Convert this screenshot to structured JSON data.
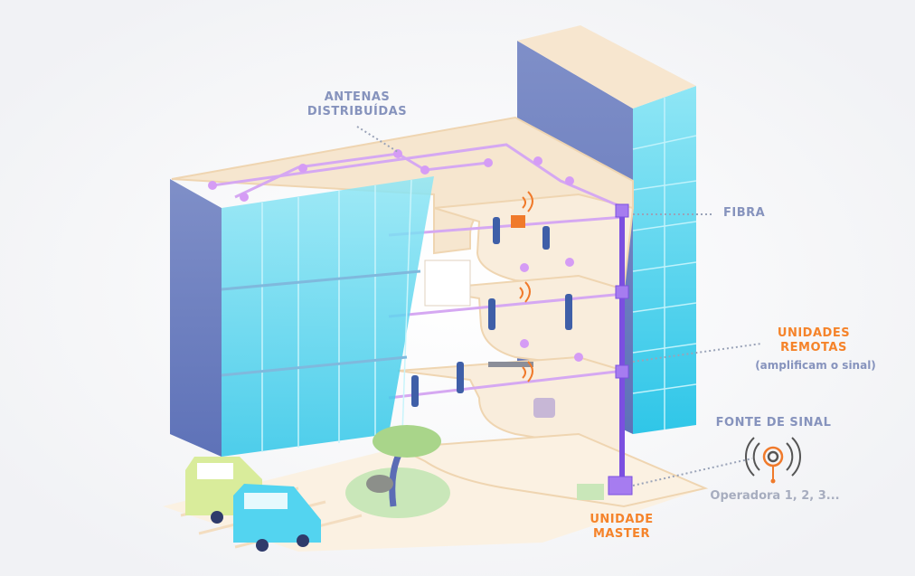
{
  "labels": {
    "antennas": [
      "ANTENAS",
      "DISTRIBUÍDAS"
    ],
    "fiber": "FIBRA",
    "remote_units": [
      "UNIDADES",
      "REMOTAS"
    ],
    "remote_units_note": "(amplificam o sinal)",
    "signal_source": "FONTE DE SINAL",
    "operators": "Operadora 1, 2, 3...",
    "master_unit": [
      "UNIDADE",
      "MASTER"
    ]
  },
  "colors": {
    "label_blue": "#8693bd",
    "label_orange": "#f5832a",
    "fiber_purple": "#7b4fe0",
    "glass": "#4fd3ee",
    "slab": "#f5e4cc"
  }
}
